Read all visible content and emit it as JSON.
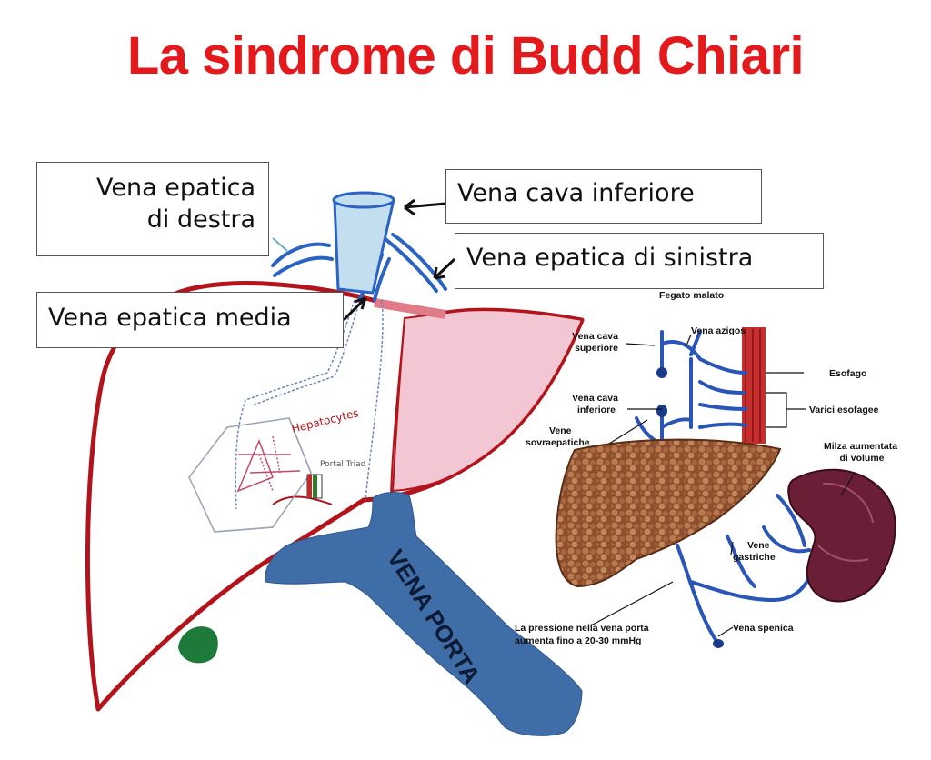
{
  "title": "La sindrome di Budd Chiari",
  "callouts": {
    "right_hepatic_line1": "Vena epatica",
    "right_hepatic_line2": "di destra",
    "ivc": "Vena cava inferiore",
    "left_hepatic": "Vena epatica di sinistra",
    "middle_hepatic": "Vena epatica media"
  },
  "sketch": {
    "hepatocytes": "Hepatocytes",
    "portal_triad": "Portal Triad",
    "portal_vein": "VENA PORTA"
  },
  "inset": {
    "title": "Fegato malato",
    "vena_cava_superiore_1": "Vena cava",
    "vena_cava_superiore_2": "superiore",
    "vena_azigos": "Vena azigos",
    "esofago": "Esofago",
    "varici_esofagee": "Varici esofagee",
    "vena_cava_inferiore_1": "Vena cava",
    "vena_cava_inferiore_2": "inferiore",
    "vene_sovraepatiche_1": "Vene",
    "vene_sovraepatiche_2": "sovraepatiche",
    "milza_1": "Milza aumentata",
    "milza_2": "di volume",
    "vene_gastriche_1": "Vene",
    "vene_gastriche_2": "gastriche",
    "pressione_1": "La pressione nella vena porta",
    "pressione_2": "aumenta fino a 20-30 mmHg",
    "vena_splenica": "Vena spenica"
  },
  "colors": {
    "title": "#e3191c",
    "liver_outline": "#b3141b",
    "left_lobe": "#f2c6d2",
    "ivc_fill": "#c3dfef",
    "vein_blue": "#2a63c4",
    "portal_vein": "#3e6da8",
    "gallbladder": "#1d7a3a",
    "diseased_liver": "#9a5a36",
    "spleen": "#6a1f36",
    "esophagus": "#c92e2e"
  }
}
